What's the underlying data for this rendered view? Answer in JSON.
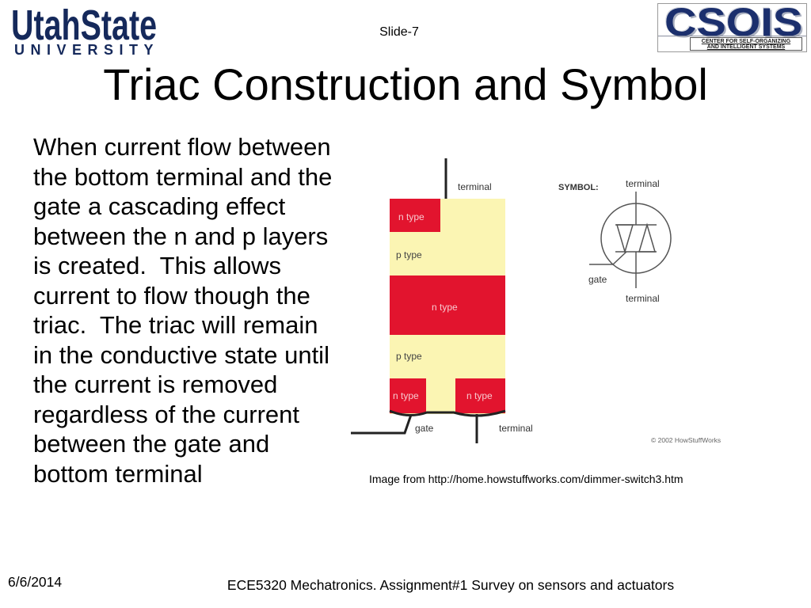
{
  "header": {
    "slide_label": "Slide-7",
    "title": "Triac Construction and Symbol"
  },
  "logos": {
    "usu": {
      "wordmark": "UtahState",
      "subline": "UNIVERSITY"
    },
    "csois": {
      "wordmark": "CSOIS",
      "tagline_1": "CENTER FOR SELF-ORGANIZING",
      "tagline_2": "AND INTELLIGENT SYSTEMS"
    }
  },
  "body": {
    "lines": [
      "When current flow between",
      "the bottom terminal and the",
      "gate a cascading effect",
      "between the n and p layers",
      "is created.  This allows",
      "current to flow though the",
      "triac.  The triac will remain",
      "in the conductive state until",
      "the current is removed",
      "regardless of the current",
      "between the gate and",
      "bottom terminal"
    ]
  },
  "figure": {
    "construction": {
      "top_terminal_label": "terminal",
      "layer_labels": [
        "n type",
        "p type",
        "n type",
        "p type",
        "n type",
        "n type"
      ],
      "gate_label": "gate",
      "bottom_terminal_label": "terminal"
    },
    "symbol": {
      "heading": "SYMBOL:",
      "top_terminal_label": "terminal",
      "gate_label": "gate",
      "bottom_terminal_label": "terminal"
    },
    "copyright": "© 2002 HowStuffWorks",
    "caption": "Image from http://home.howstuffworks.com/dimmer-switch3.htm"
  },
  "footer": {
    "date": "6/6/2014",
    "course": "ECE5320 Mechatronics. Assignment#1 Survey on sensors and actuators"
  },
  "colors": {
    "usu_navy": "#15295b",
    "csois_navy": "#1b2f6d",
    "n_type_red": "#e2142e",
    "p_type_yellow": "#fbf5b3",
    "wire": "#222222",
    "symbol_line": "#555555"
  }
}
